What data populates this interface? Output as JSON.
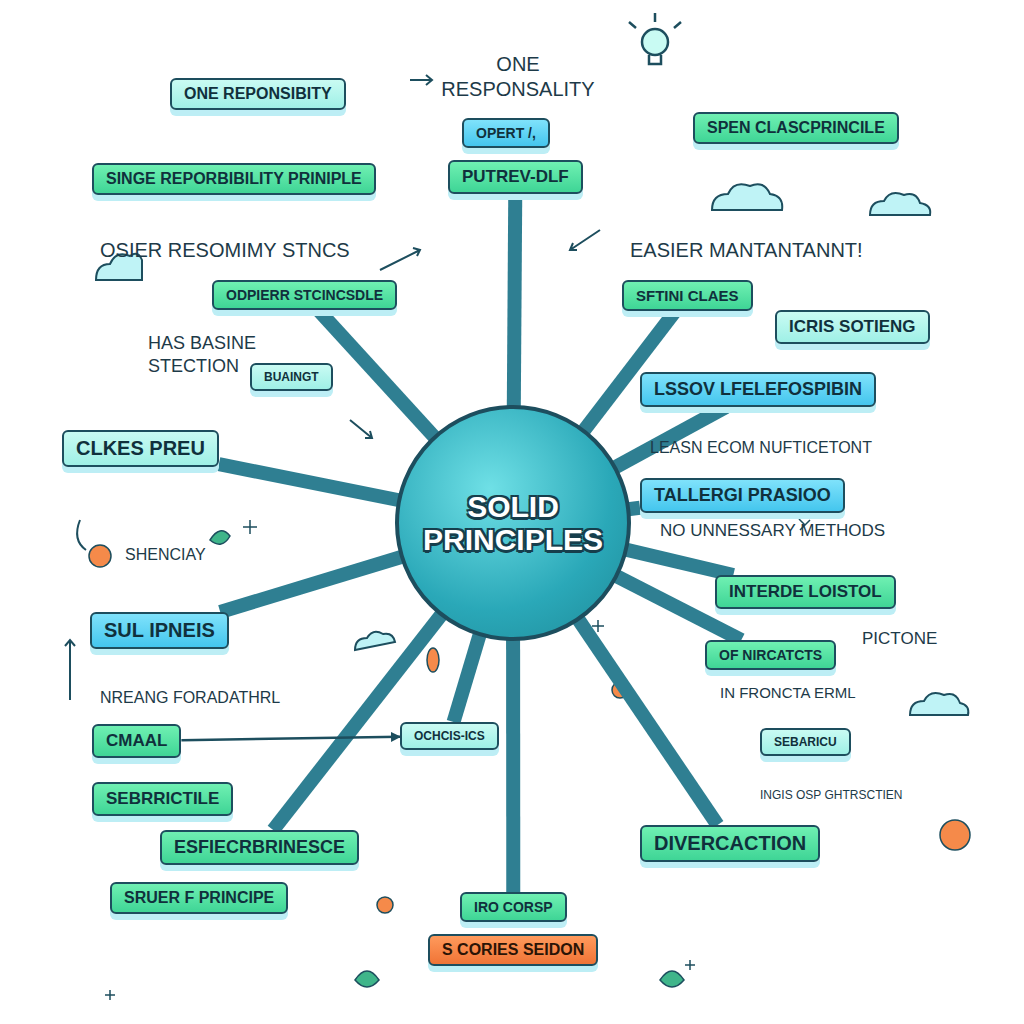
{
  "diagram": {
    "nodes": [
      {
        "text": [
          "SOLID PRINCIPLES"
        ]
      },
      {
        "text": [
          "ONE REPONSIBITY"
        ]
      },
      {
        "text": [
          "OPERT /,"
        ]
      },
      {
        "text": [
          "PUTREV-DLF"
        ]
      },
      {
        "text": [
          "SPEN CLASCPRINCILE"
        ]
      },
      {
        "text": [
          "SINGE REPORBIBILITY PRINIPLE"
        ]
      },
      {
        "text": [
          "ODPIERR STCINCSDLE"
        ]
      },
      {
        "text": [
          "SFTINI CLAES"
        ]
      },
      {
        "text": [
          "BUAINGT"
        ]
      },
      {
        "text": [
          "ICRIS SOTIENG"
        ]
      },
      {
        "text": [
          "LSSOV LFELEFOSPIBIN"
        ]
      },
      {
        "text": [
          "CLKES PREU"
        ]
      },
      {
        "text": [
          "TALLERGI PRASIOO"
        ]
      },
      {
        "text": [
          "INTERDE LOISTOL"
        ]
      },
      {
        "text": [
          "SUL IPNEIS"
        ]
      },
      {
        "text": [
          "OF NIRCATCTS"
        ]
      },
      {
        "text": [
          "CMAAL"
        ]
      },
      {
        "text": [
          "OCHCIS-ICS"
        ]
      },
      {
        "text": [
          "SEBARICU"
        ]
      },
      {
        "text": [
          "SEBRRICTILE"
        ]
      },
      {
        "text": [
          "ESFIECRBRINESCE"
        ]
      },
      {
        "text": [
          "DIVERCACTION"
        ]
      },
      {
        "text": [
          "SRUER F PRINCIPE"
        ]
      },
      {
        "text": [
          "IRO CORSP"
        ]
      },
      {
        "text": [
          "S CORIES SEIDON"
        ]
      }
    ],
    "edges": [
      {
        "from": 0,
        "to": 3,
        "arrow": "none"
      },
      {
        "from": 0,
        "to": 6,
        "arrow": "none"
      },
      {
        "from": 0,
        "to": 7,
        "arrow": "none"
      },
      {
        "from": 0,
        "to": 10,
        "arrow": "none"
      },
      {
        "from": 0,
        "to": 11,
        "arrow": "none"
      },
      {
        "from": 0,
        "to": 12,
        "arrow": "none"
      },
      {
        "from": 0,
        "to": 13,
        "arrow": "none"
      },
      {
        "from": 0,
        "to": 14,
        "arrow": "none"
      },
      {
        "from": 0,
        "to": 15,
        "arrow": "none"
      },
      {
        "from": 0,
        "to": 17,
        "arrow": "none"
      },
      {
        "from": 0,
        "to": 20,
        "arrow": "none"
      },
      {
        "from": 0,
        "to": 21,
        "arrow": "none"
      },
      {
        "from": 0,
        "to": 23,
        "arrow": "none"
      },
      {
        "from": 16,
        "to": 17,
        "arrow": "to"
      }
    ],
    "labels": [
      "ONE RESPONSALITY",
      "OSIER RESOMIMY STNCS",
      "EASIER MANTANTANNT!",
      "HAS BASINE STECTION",
      "LEASN ECOM NUFTICETONT",
      "NO UNNESSARY METHODS",
      "SHENCIAY",
      "PICTONE",
      "IN FRONCTA ERML",
      "NREANG FORADATHRL",
      "INGIS OSP GHTRSCTIEN"
    ]
  }
}
